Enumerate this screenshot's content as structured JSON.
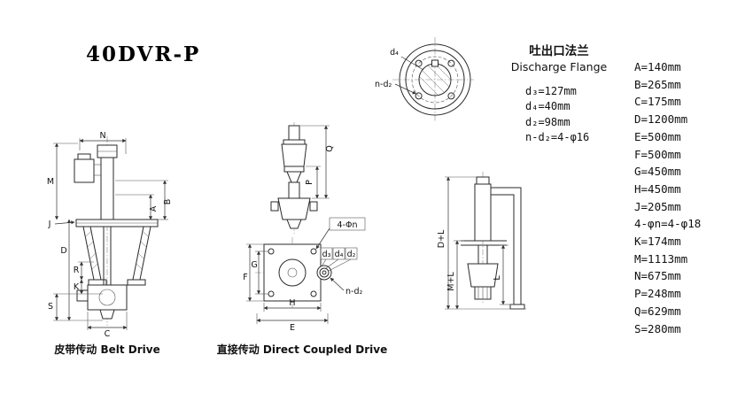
{
  "title": "40DVR-P",
  "flange": {
    "title_cn": "吐出口法兰",
    "title_en": "Discharge Flange",
    "specs": [
      "d₃=127mm",
      "d₄=40mm",
      "d₂=98mm",
      "n-d₂=4-φ16"
    ],
    "callouts": {
      "d4": "d₄",
      "nd2": "n-d₂"
    }
  },
  "dims": [
    "A=140mm",
    "B=265mm",
    "C=175mm",
    "D=1200mm",
    "E=500mm",
    "F=500mm",
    "G=450mm",
    "H=450mm",
    "J=205mm",
    "4-φn=4-φ18",
    "K=174mm",
    "M=1113mm",
    "N=675mm",
    "P=248mm",
    "Q=629mm",
    "S=280mm"
  ],
  "belt": {
    "caption": "皮带传动 Belt Drive",
    "labels": {
      "N": "N",
      "M": "M",
      "A": "A",
      "B": "B",
      "J": "J",
      "D": "D",
      "R": "R",
      "K": "K",
      "S": "S",
      "C": "C"
    }
  },
  "direct": {
    "caption": "直接传动 Direct Coupled Drive",
    "labels": {
      "Q": "Q",
      "P": "P",
      "phin": "4-Φn",
      "d3": "d₃",
      "d4": "d₄",
      "d2": "d₂",
      "nd2": "n-d₂",
      "F": "F",
      "G": "G",
      "H": "H",
      "E": "E"
    }
  },
  "side": {
    "labels": {
      "DL": "D+L",
      "ML": "M+L",
      "L": "L"
    }
  }
}
